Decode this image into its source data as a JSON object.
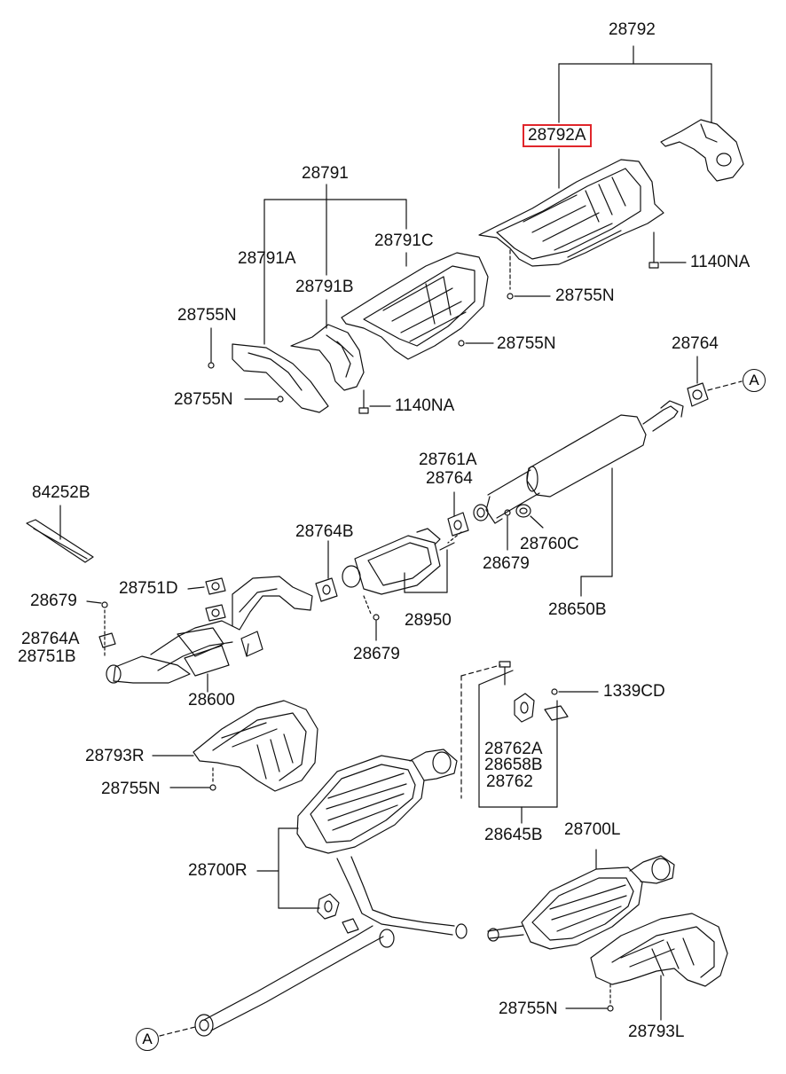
{
  "labels": {
    "l28792": "28792",
    "l28792A": "28792A",
    "l1140NA_top": "1140NA",
    "l28755N_a": "28755N",
    "l28791": "28791",
    "l28791A": "28791A",
    "l28791C": "28791C",
    "l28791B": "28791B",
    "l28755N_b": "28755N",
    "l28755N_c": "28755N",
    "l28755N_d": "28755N",
    "l1140NA_mid": "1140NA",
    "l28764_top": "28764",
    "callout_A_top": "A",
    "l84252B": "84252B",
    "l28761A": "28761A",
    "l28764_mid": "28764",
    "l28764B": "28764B",
    "l28679_a": "28679",
    "l28760C": "28760C",
    "l28679_left": "28679",
    "l28751D": "28751D",
    "l28764A": "28764A",
    "l28751B": "28751B",
    "l28950": "28950",
    "l28650B": "28650B",
    "l28679_b": "28679",
    "l28600": "28600",
    "l1339CD": "1339CD",
    "l28793R": "28793R",
    "l28762A": "28762A",
    "l28658B": "28658B",
    "l28762": "28762",
    "l28755N_e": "28755N",
    "l28645B": "28645B",
    "l28700L": "28700L",
    "l28700R": "28700R",
    "l28755N_f": "28755N",
    "l28793L": "28793L",
    "callout_A_bottom": "A"
  },
  "highlight_color": "#e0262b"
}
